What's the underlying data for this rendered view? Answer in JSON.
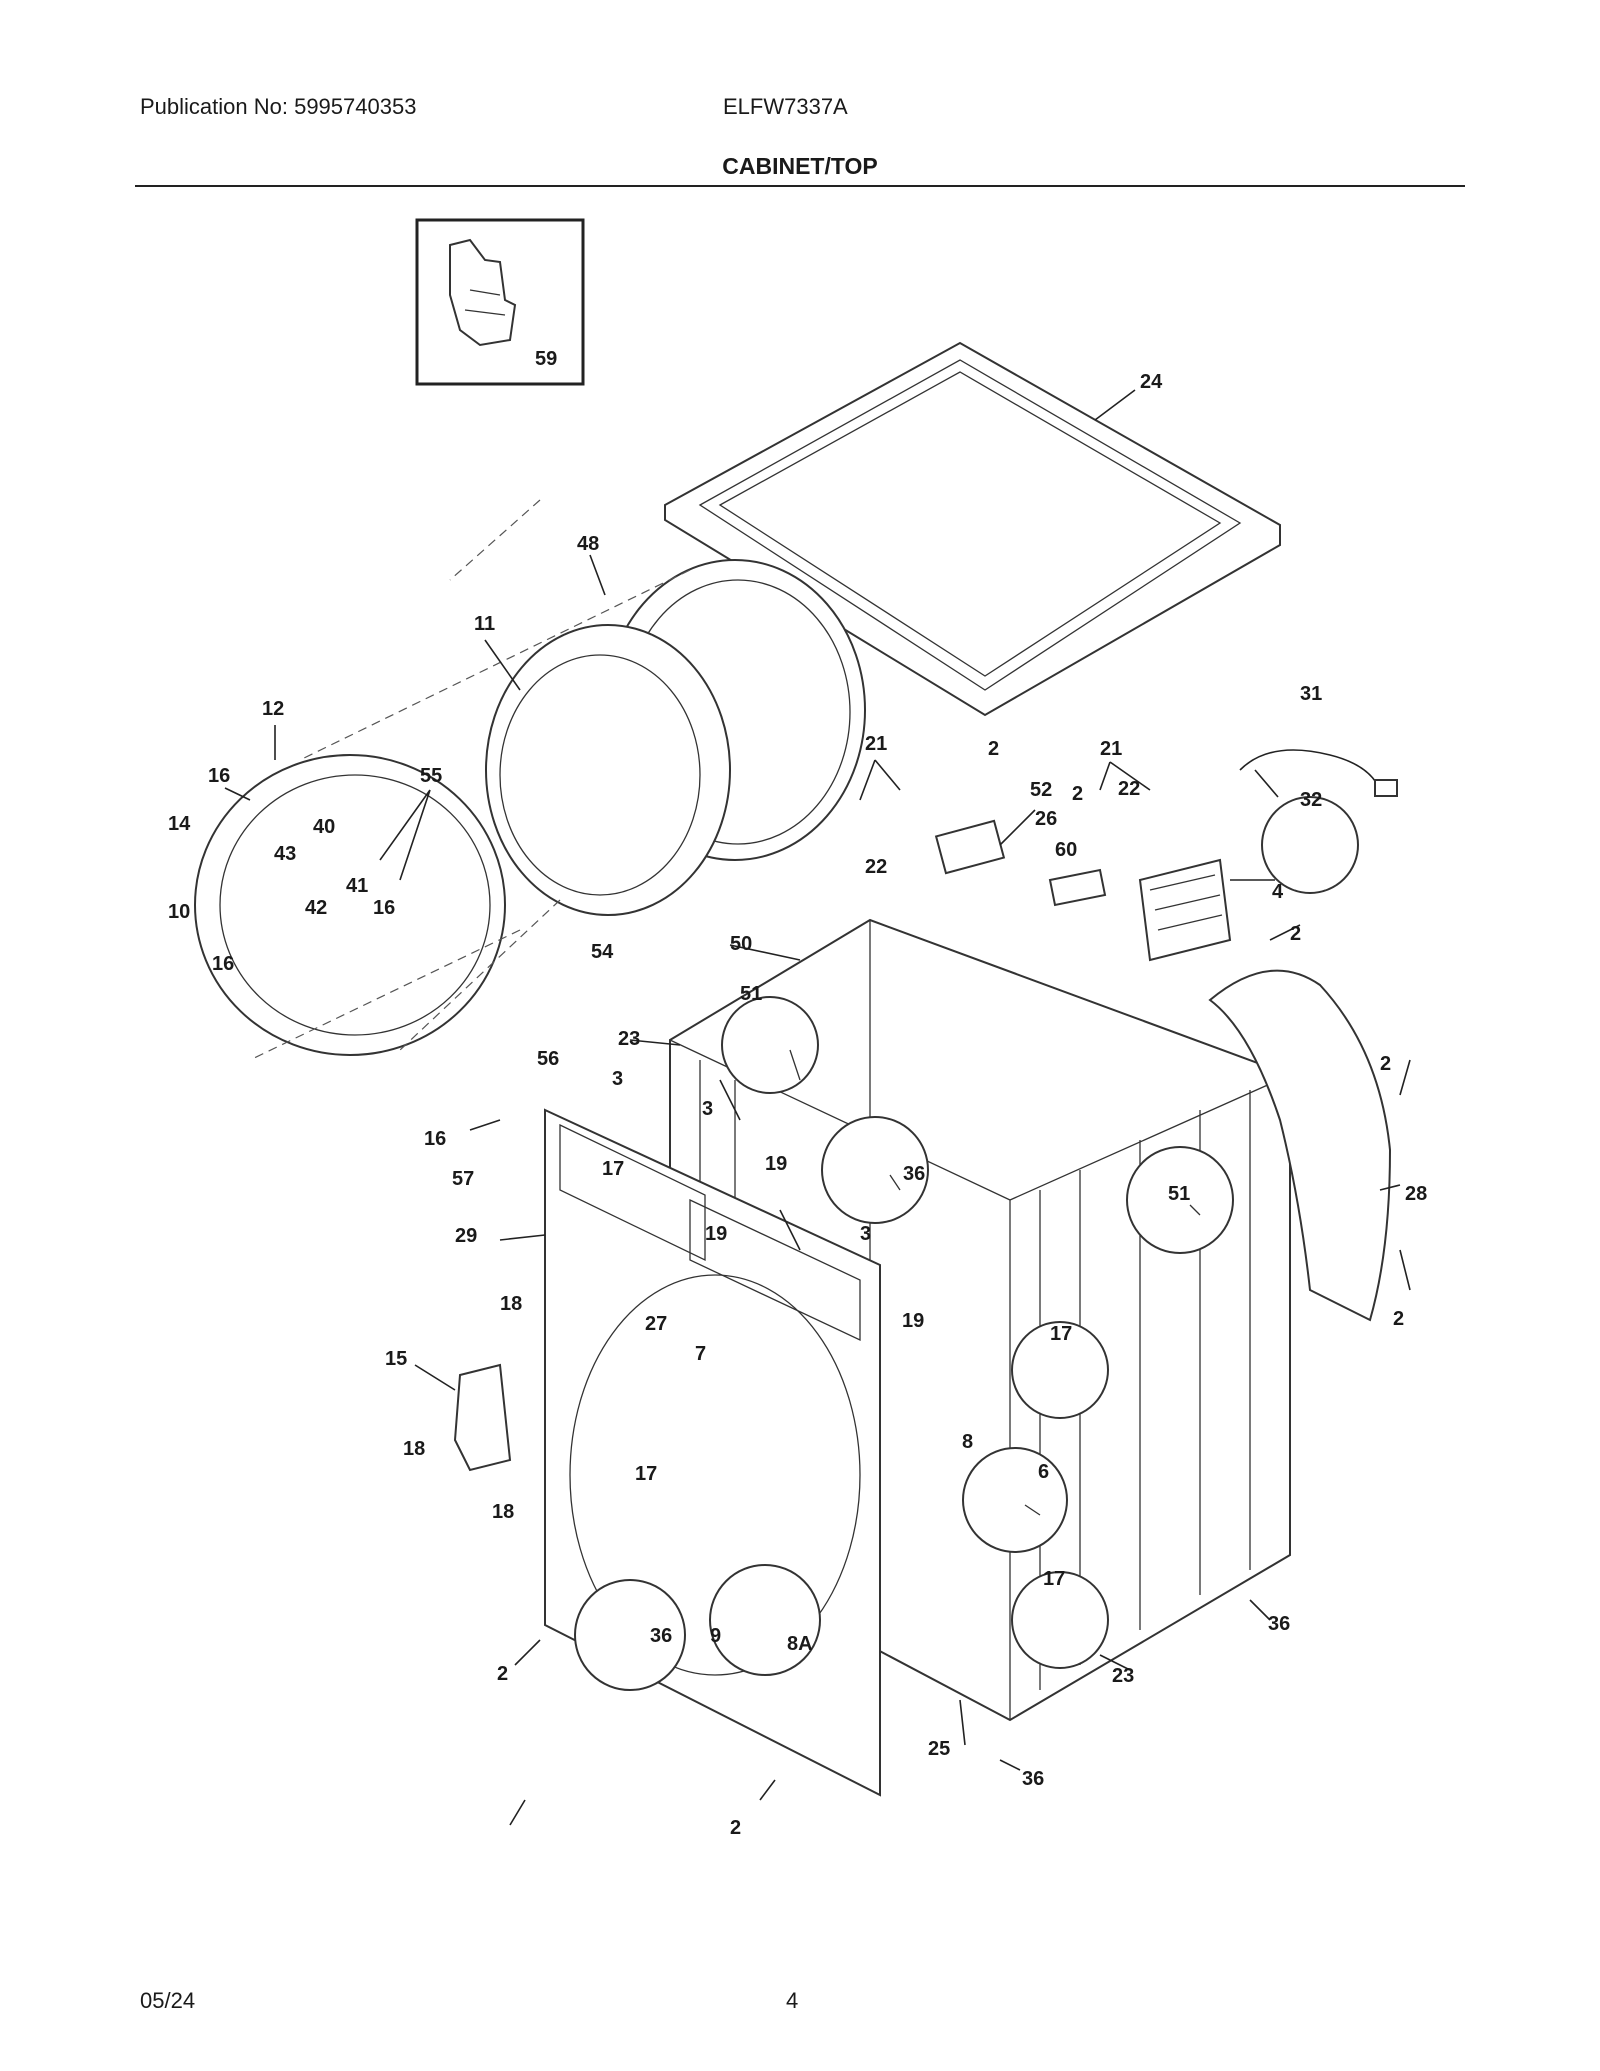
{
  "header": {
    "publication": "Publication No: 5995740353",
    "model": "ELFW7337A",
    "section": "CABINET/TOP"
  },
  "footer": {
    "date": "05/24",
    "page": "4"
  },
  "callouts": {
    "c59": "59",
    "c24": "24",
    "c48": "48",
    "c11": "11",
    "c12": "12",
    "c16a": "16",
    "c16b": "16",
    "c16c": "16",
    "c16d": "16",
    "c14": "14",
    "c10": "10",
    "c40": "40",
    "c43": "43",
    "c42": "42",
    "c41": "41",
    "c55": "55",
    "c54": "54",
    "c56": "56",
    "c57": "57",
    "c21a": "21",
    "c21b": "21",
    "c22a": "22",
    "c22b": "22",
    "c2a": "2",
    "c2b": "2",
    "c2c": "2",
    "c2d": "2",
    "c2e": "2",
    "c2f": "2",
    "c2g": "2",
    "c52": "52",
    "c26": "26",
    "c60": "60",
    "c31": "31",
    "c32": "32",
    "c4": "4",
    "c50": "50",
    "c51a": "51",
    "c51b": "51",
    "c23a": "23",
    "c23b": "23",
    "c3a": "3",
    "c3b": "3",
    "c3c": "3",
    "c36a": "36",
    "c36b": "36",
    "c36c": "36",
    "c36d": "36",
    "c19a": "19",
    "c19b": "19",
    "c19c": "19",
    "c17a": "17",
    "c17b": "17",
    "c17c": "17",
    "c17d": "17",
    "c29": "29",
    "c28": "28",
    "c18a": "18",
    "c18b": "18",
    "c18c": "18",
    "c15": "15",
    "c27": "27",
    "c7": "7",
    "c8": "8",
    "c6": "6",
    "c9": "9",
    "c8A": "8A",
    "c25": "25"
  }
}
